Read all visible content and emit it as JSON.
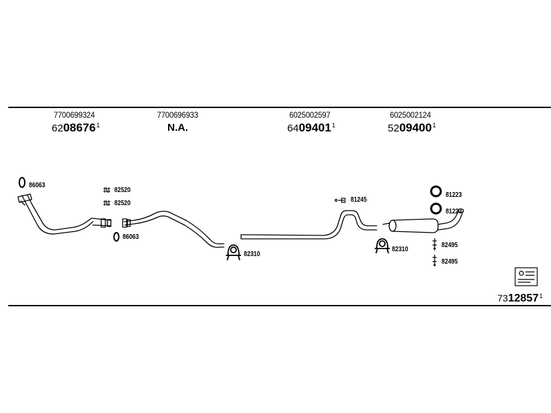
{
  "header": {
    "parts": [
      {
        "oem": "7700699324",
        "prefix": "62",
        "code": "08676",
        "sup": "1"
      },
      {
        "oem": "7700696933",
        "na": "N.A."
      },
      {
        "oem": "6025002597",
        "prefix": "64",
        "code": "09401",
        "sup": "1"
      },
      {
        "oem": "6025002124",
        "prefix": "52",
        "code": "09400",
        "sup": "1"
      }
    ]
  },
  "labels": {
    "gasket_top": "86063",
    "gasket_mid": "86063",
    "bolt_a": "82520",
    "bolt_b": "82520",
    "clamp_1": "82310",
    "clamp_2": "82310",
    "hanger_1": "81245",
    "ring_1": "81223",
    "ring_2": "81223",
    "mount_1": "82495",
    "mount_2": "82495"
  },
  "footer": {
    "prefix": "73",
    "code": "12857",
    "sup": "1"
  }
}
